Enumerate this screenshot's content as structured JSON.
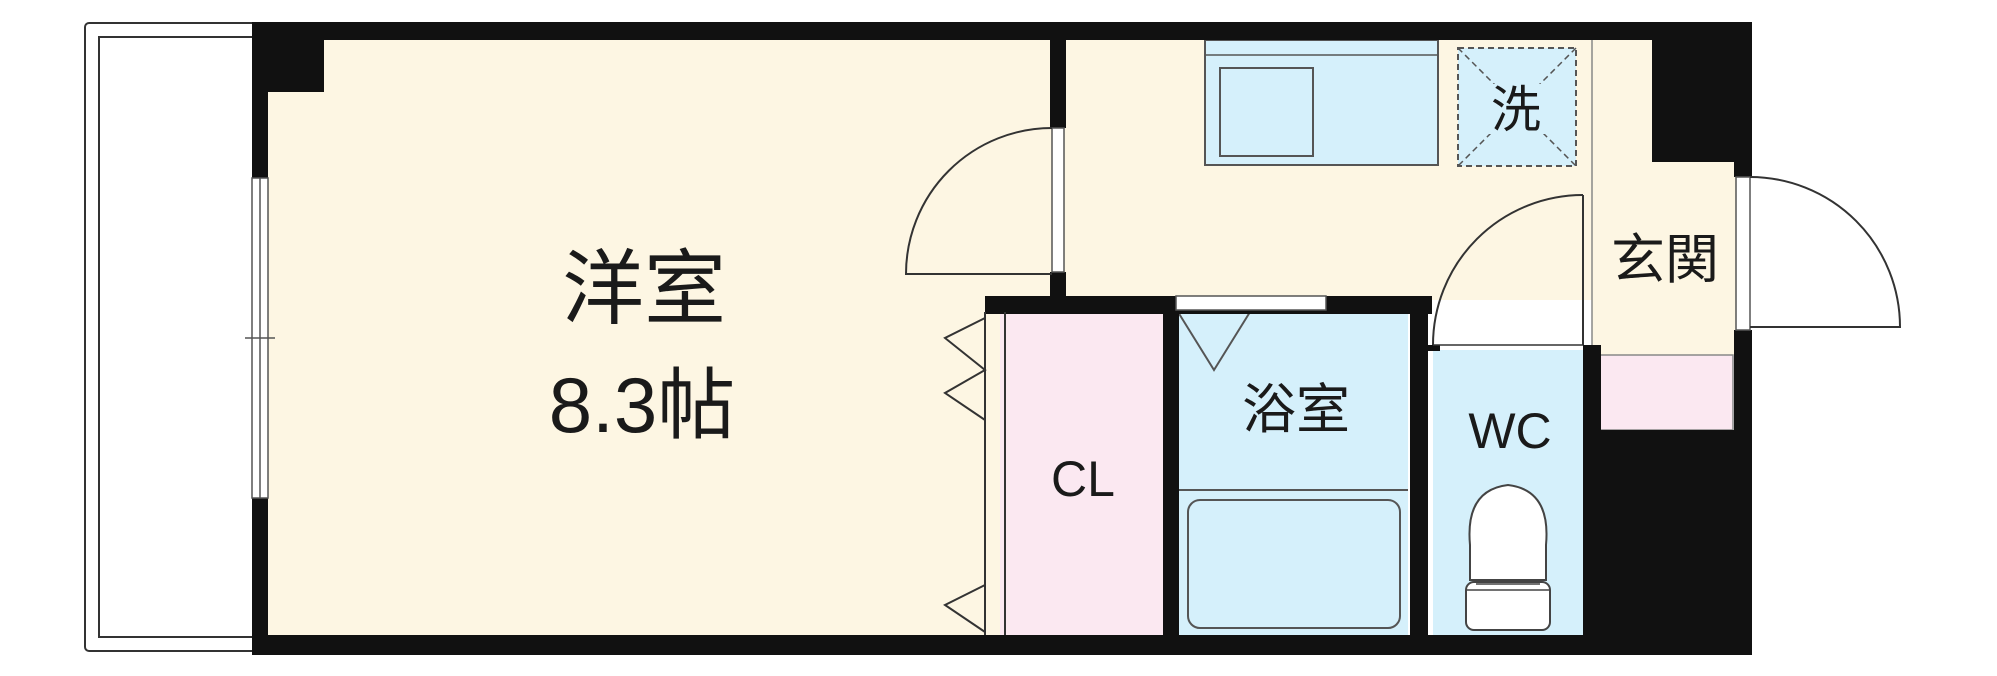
{
  "rooms": {
    "western": {
      "name": "洋室",
      "size": "8.3帖"
    },
    "closet": {
      "name": "CL"
    },
    "bath": {
      "name": "浴室"
    },
    "toilet": {
      "name": "WC"
    },
    "entrance": {
      "name": "玄関"
    },
    "washer": {
      "name": "洗"
    }
  },
  "colors": {
    "wall": "#111111",
    "room_floor": "#fdf6e3",
    "closet_floor": "#fbe8f1",
    "wet_area": "#d5f0fb",
    "entrance_floor": "#fdf6e3",
    "balcony": "#ffffff"
  }
}
